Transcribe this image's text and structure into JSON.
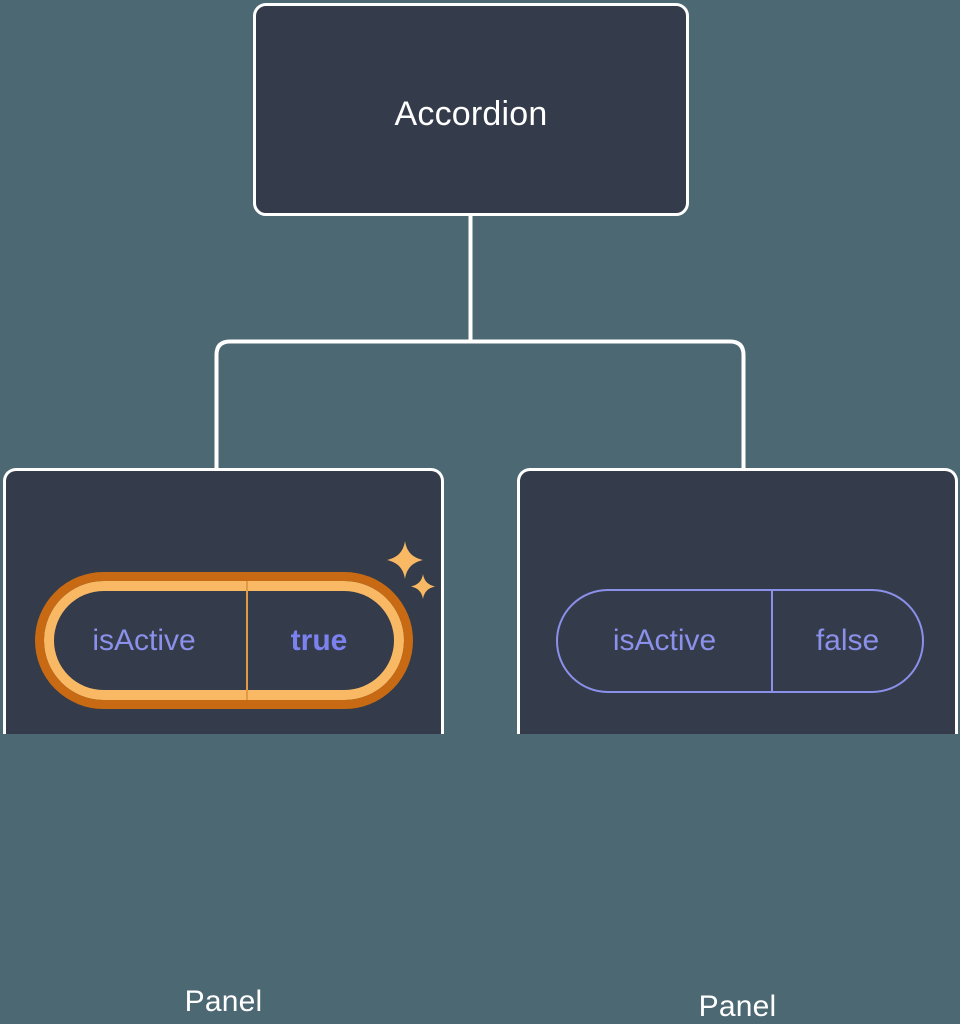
{
  "diagram": {
    "type": "component-tree",
    "background_color": "#4c6873",
    "node_fill_color": "#343b4a",
    "node_border_color": "#ffffff",
    "connector_color": "#ffffff",
    "root": {
      "label": "Accordion"
    },
    "children": [
      {
        "label": "Panel",
        "highlighted": true,
        "prop": {
          "key": "isActive",
          "value": "true",
          "value_bold": true,
          "key_color": "#8b90ea",
          "value_color": "#7b82f0",
          "outline_outer_color": "#c76a13",
          "outline_inner_color": "#f8b864",
          "divider_color": "#e09a46"
        },
        "sparkles": [
          {
            "name": "sparkle-large",
            "color": "#f8b864"
          },
          {
            "name": "sparkle-small",
            "color": "#f8b864"
          }
        ]
      },
      {
        "label": "Panel",
        "highlighted": false,
        "prop": {
          "key": "isActive",
          "value": "false",
          "value_bold": false,
          "key_color": "#8b90ea",
          "value_color": "#8b90ea",
          "outline_color": "#8b90ea",
          "divider_color": "#8b90ea"
        }
      }
    ]
  }
}
